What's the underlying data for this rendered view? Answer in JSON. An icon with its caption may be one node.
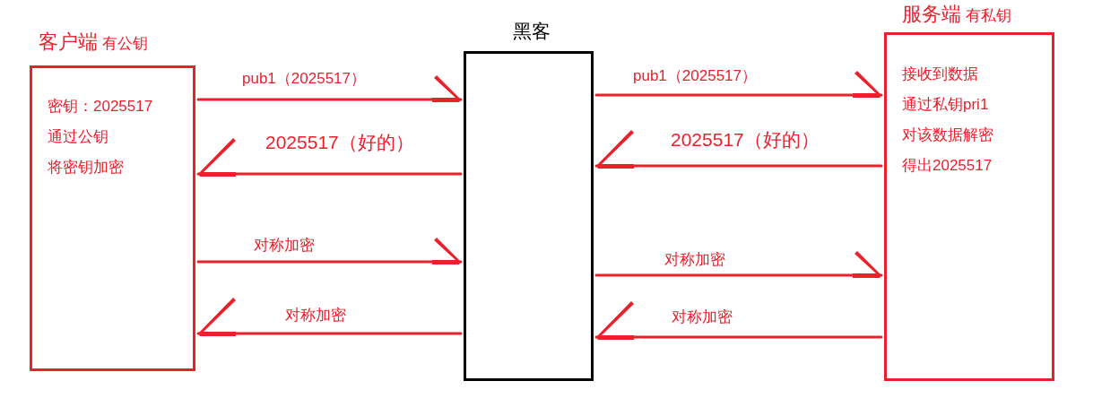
{
  "diagram": {
    "nodes": [
      {
        "text": [
          "客户端",
          "有公钥",
          "密钥：2025517",
          "通过公钥",
          "将密钥加密"
        ]
      },
      {
        "text": [
          "黑客"
        ]
      },
      {
        "text": [
          "服务端",
          "有私钥",
          "接收到数据",
          "通过私钥pri1",
          "对该数据解密",
          "得出2025517"
        ]
      }
    ],
    "edges": [
      {
        "from": 0,
        "to": 1,
        "arrow": "to",
        "label": "pub1（2025517）"
      },
      {
        "from": 1,
        "to": 0,
        "arrow": "to",
        "label": "2025517（好的）"
      },
      {
        "from": 0,
        "to": 1,
        "arrow": "to",
        "label": "对称加密"
      },
      {
        "from": 1,
        "to": 0,
        "arrow": "to",
        "label": "对称加密"
      },
      {
        "from": 1,
        "to": 2,
        "arrow": "to",
        "label": "pub1（2025517）"
      },
      {
        "from": 2,
        "to": 1,
        "arrow": "to",
        "label": "2025517（好的）"
      },
      {
        "from": 1,
        "to": 2,
        "arrow": "to",
        "label": "对称加密"
      },
      {
        "from": 2,
        "to": 1,
        "arrow": "to",
        "label": "对称加密"
      }
    ]
  }
}
